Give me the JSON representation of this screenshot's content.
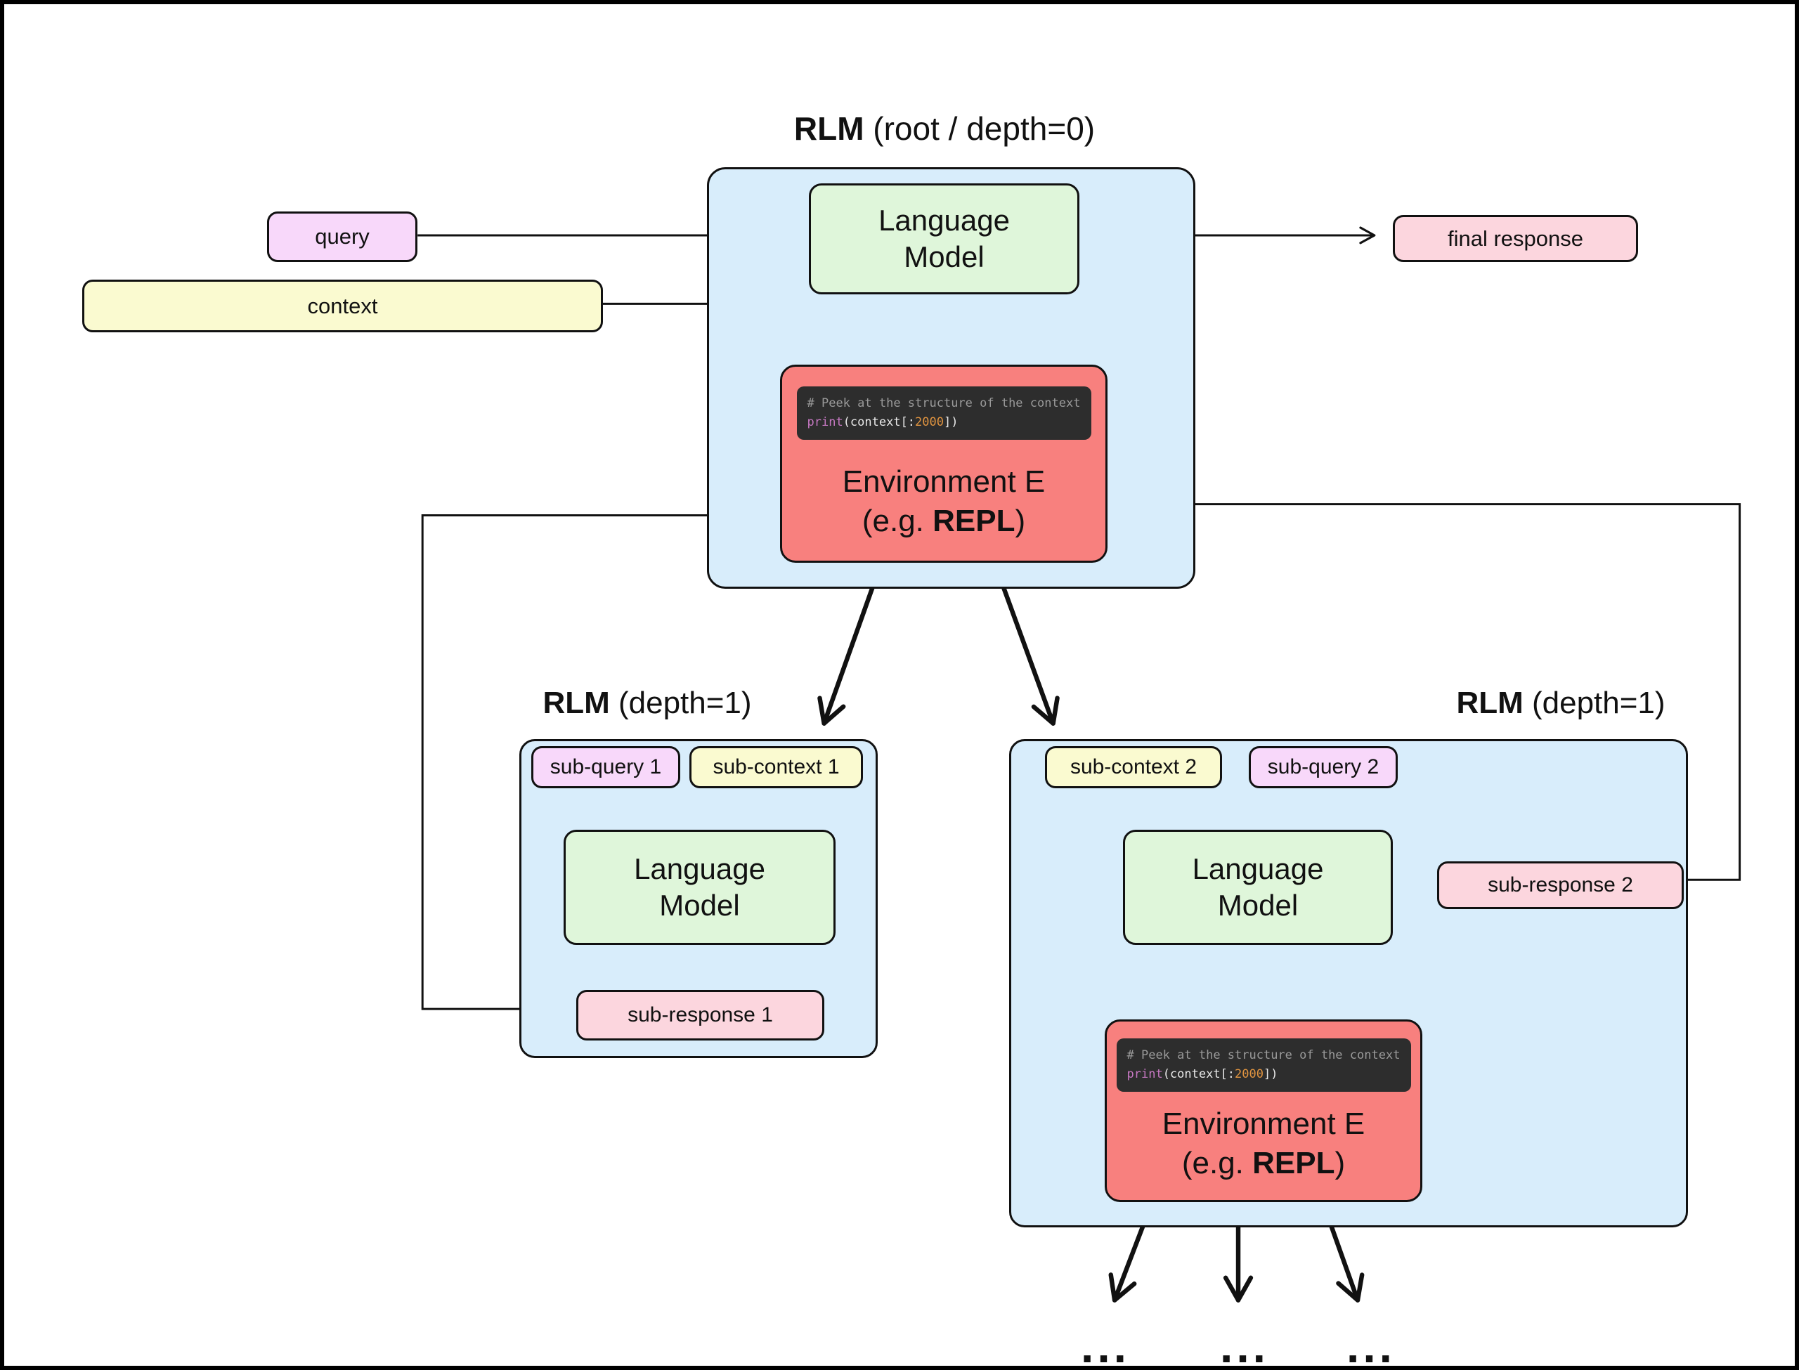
{
  "colors": {
    "container-blue": "#D8EDFB",
    "model-green": "#DFF6DA",
    "env-red": "#F8807E",
    "query-purple": "#F8D8FA",
    "context-yellow": "#FAFAD0",
    "response-pink": "#FCD6DE",
    "code-bg": "#2D2D2D",
    "code-comment": "#9A9A9A",
    "code-keyword": "#C678C2",
    "code-number": "#E09440",
    "code-text": "#E9E9E9",
    "ink": "#111111"
  },
  "root": {
    "title_bold": "RLM",
    "title_rest": " (root / depth=0)",
    "language_model": "Language\nModel",
    "env_title": "Environment E",
    "env_sub_prefix": "(e.g. ",
    "env_sub_bold": "REPL",
    "env_sub_suffix": ")",
    "code": {
      "comment": "# Peek at the structure of the context",
      "keyword": "print",
      "mid": "(context[:",
      "number": "2000",
      "end": "])"
    }
  },
  "io": {
    "query": "query",
    "context": "context",
    "final_response": "final response"
  },
  "left_child": {
    "title_bold": "RLM",
    "title_rest": " (depth=1)",
    "sub_query": "sub-query 1",
    "sub_context": "sub-context 1",
    "language_model": "Language\nModel",
    "sub_response": "sub-response 1"
  },
  "right_child": {
    "title_bold": "RLM",
    "title_rest": " (depth=1)",
    "sub_context": "sub-context 2",
    "sub_query": "sub-query 2",
    "language_model": "Language\nModel",
    "sub_response": "sub-response 2",
    "env_title": "Environment E",
    "env_sub_prefix": "(e.g. ",
    "env_sub_bold": "REPL",
    "env_sub_suffix": ")",
    "code": {
      "comment": "# Peek at the structure of the context",
      "keyword": "print",
      "mid": "(context[:",
      "number": "2000",
      "end": "])"
    }
  },
  "ellipsis": "..."
}
